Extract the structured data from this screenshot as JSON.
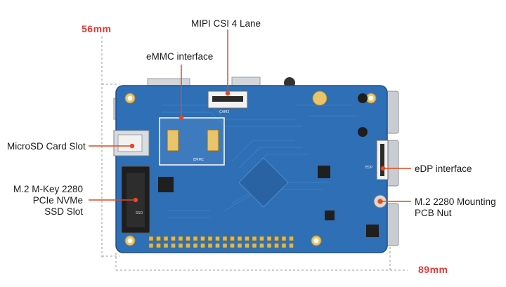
{
  "dimensions": {
    "width_label": "89mm",
    "height_label": "56mm"
  },
  "labels": {
    "mipi": "MIPI CSI 4 Lane",
    "emmc": "eMMC interface",
    "microsd": "MicroSD Card Slot",
    "m2_slot": [
      "M.2 M-Key 2280",
      "PCIe NVMe",
      "SSD Slot"
    ],
    "edp": "eDP interface",
    "m2_nut": [
      "M.2 2280 Mounting",
      "PCB Nut"
    ]
  },
  "board_silkscreen": {
    "cam": "CAM2",
    "emmc": "EMMC",
    "edp": "EDP",
    "ssd": "SSD"
  },
  "colors": {
    "board": "#2f6fb5",
    "board_dark": "#24589a",
    "leader": "#e8471f",
    "dimension": "#e53935",
    "dashed": "#9a9a9a"
  }
}
